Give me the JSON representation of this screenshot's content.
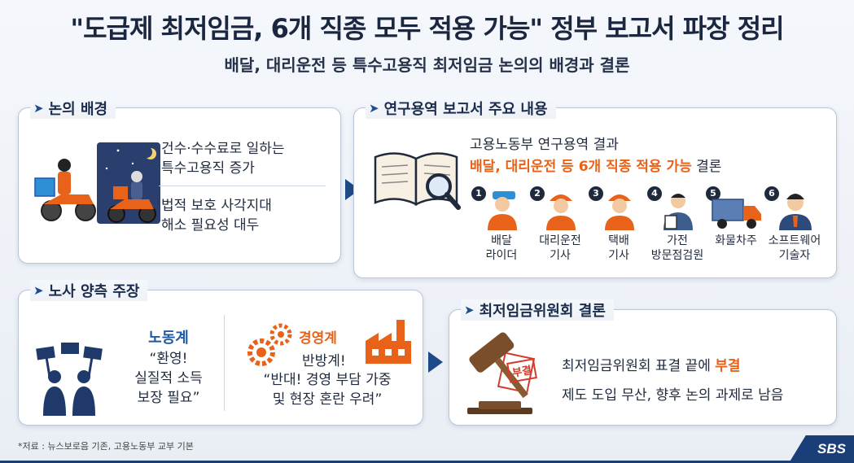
{
  "header": {
    "title": "\"도급제 최저임금, 6개 직종 모두 적용 가능\" 정부 보고서 파장 정리",
    "subtitle": "배달, 대리운전 등 특수고용직 최저임금 논의의 배경과 결론"
  },
  "background": {
    "heading": "논의 배경",
    "point1": "건수·수수료로 일하는\n특수고용직 증가",
    "point2": "법적 보호 사각지대\n해소 필요성 대두"
  },
  "report": {
    "heading": "연구용역 보고서 주요 내용",
    "line1": "고용노동부 연구용역 결과",
    "line2_highlight": "배달, 대리운전 등 6개 직종 적용 가능",
    "line2_rest": " 결론",
    "jobs": [
      {
        "num": "1",
        "label": "배달\n라이더"
      },
      {
        "num": "2",
        "label": "대리운전\n기사"
      },
      {
        "num": "3",
        "label": "택배\n기사"
      },
      {
        "num": "4",
        "label": "가전\n방문점검원"
      },
      {
        "num": "5",
        "label": "화물차주"
      },
      {
        "num": "6",
        "label": "소프트웨어\n기술자"
      }
    ]
  },
  "positions": {
    "heading": "노사 양측 주장",
    "labor_title": "노동계",
    "labor_quote": "“환영!\n실질적 소득\n보장 필요”",
    "mgmt_title": "경영계",
    "mgmt_sub": "반방계!",
    "mgmt_quote": "“반대! 경영 부담 가중\n및 현장 혼란 우려”"
  },
  "conclusion": {
    "heading": "최저임금위원회 결론",
    "line1_prefix": "최저임금위원회 표결 끝에 ",
    "line1_highlight": "부결",
    "line2": "제도 도입 무산, 향후 논의 과제로 남음",
    "stamp_text": "부결"
  },
  "footer": {
    "source": "*저료 : 뉴스보로음 기존, 고용노동부 교부 기본",
    "logo": "SBS"
  },
  "colors": {
    "accent_orange": "#e8621a",
    "accent_blue": "#1f5aa6",
    "navy": "#1a3f78"
  }
}
